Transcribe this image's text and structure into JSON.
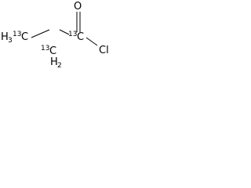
{
  "molecule": {
    "atoms": {
      "methyl": {
        "symbol": "H",
        "h_count": "3",
        "isotope": "13",
        "element": "C"
      },
      "methylene": {
        "isotope": "13",
        "element": "C",
        "symbol": "H",
        "h_count": "2"
      },
      "carbonyl_carbon": {
        "isotope": "13",
        "element": "C"
      },
      "oxygen": {
        "element": "O"
      },
      "chlorine": {
        "element": "Cl"
      }
    },
    "colors": {
      "bond": "#000000",
      "text": "#000000",
      "background": "#ffffff"
    }
  }
}
